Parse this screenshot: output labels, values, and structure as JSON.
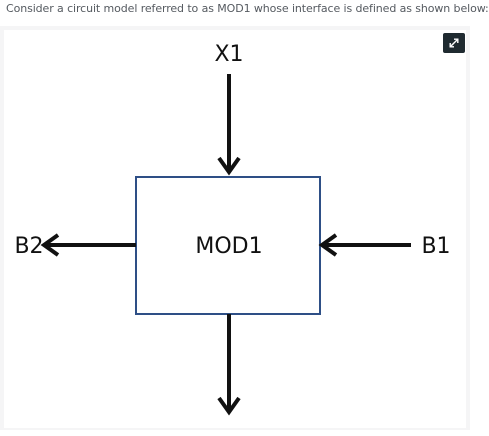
{
  "question": {
    "text": "Consider a circuit model referred to as MOD1 whose interface is defined as shown below:"
  },
  "toolbar": {
    "expand_icon": "expand-arrows-icon"
  },
  "diagram": {
    "module_label": "MOD1",
    "ports": {
      "top": "X1",
      "left": "B2",
      "right": "B1"
    },
    "colors": {
      "box_border": "#2e4f86",
      "arrow": "#111111",
      "expand_button": "#1f2a30"
    }
  }
}
